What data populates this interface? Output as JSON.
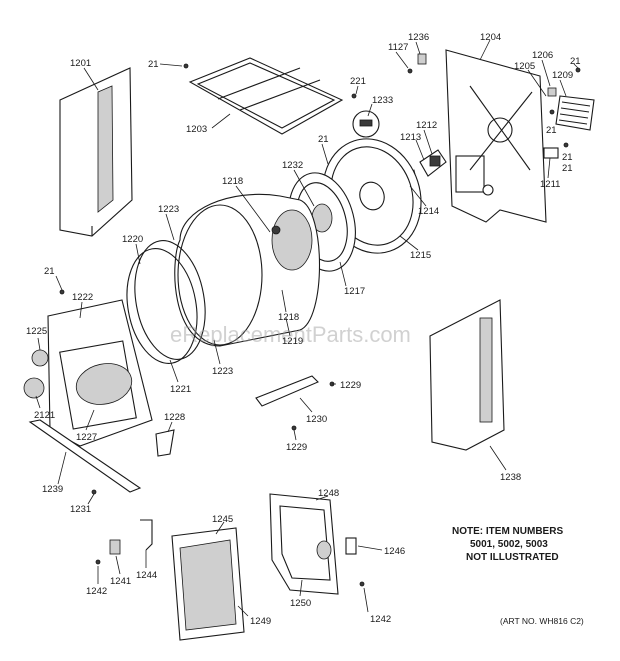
{
  "labels": [
    "1201",
    "21",
    "1203",
    "221",
    "1233",
    "1236",
    "1127",
    "1204",
    "1206",
    "1205",
    "21",
    "1209",
    "21",
    "21",
    "1213",
    "1212",
    "1232",
    "21",
    "1218",
    "1214",
    "1211",
    "21",
    "1223",
    "1220",
    "1215",
    "1217",
    "21",
    "1222",
    "1225",
    "1218",
    "1219",
    "1229",
    "1223",
    "1221",
    "2121",
    "1227",
    "1228",
    "1230",
    "1229",
    "1238",
    "1239",
    "1231",
    "1248",
    "1245",
    "1246",
    "1241",
    "1244",
    "1242",
    "1249",
    "1250",
    "1242"
  ],
  "watermark": "eReplacementParts.com",
  "note": {
    "line1": "NOTE: ITEM NUMBERS",
    "line2": "5001, 5002, 5003",
    "line3": "NOT ILLUSTRATED"
  },
  "art_no": "(ART NO. WH816 C2)"
}
